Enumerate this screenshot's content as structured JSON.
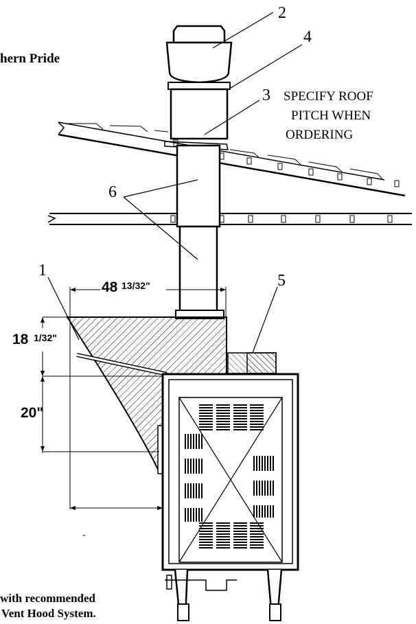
{
  "partial_title": "hern Pride",
  "callouts": {
    "c1": "1",
    "c2": "2",
    "c3": "3",
    "c4": "4",
    "c5": "5",
    "c6": "6"
  },
  "roof_note": [
    "SPECIFY ROOF",
    "PITCH WHEN",
    "ORDERING"
  ],
  "dimensions": {
    "width_main": "48",
    "width_frac": "13/32\"",
    "hood_main": "18",
    "hood_frac": "1/32\"",
    "clearance": "20\""
  },
  "footer_note": [
    "with recommended",
    "Vent Hood System."
  ],
  "stray_mark": "-"
}
